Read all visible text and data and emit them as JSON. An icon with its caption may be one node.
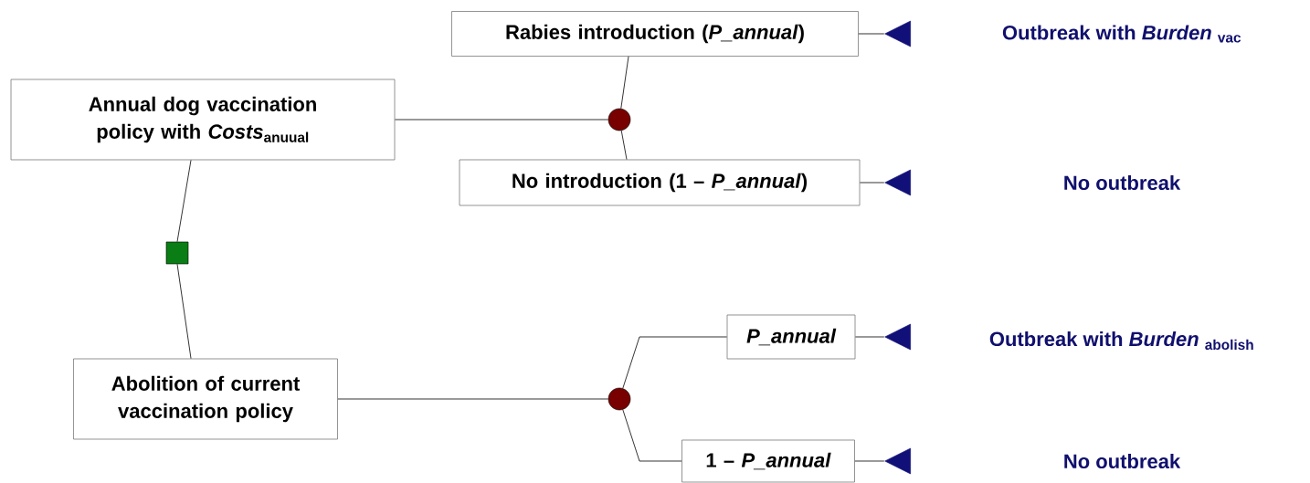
{
  "diagram": {
    "nodes": [
      {
        "text": [],
        "shape": "box"
      },
      {
        "text": [
          "Annual dog vaccination policy with *Costs*$_{anuual}$"
        ]
      },
      {
        "text": [
          "Abolition of current vaccination policy"
        ]
      },
      {
        "text": [],
        "shape": "circle"
      },
      {
        "text": [],
        "shape": "circle"
      },
      {
        "text": [
          "Rabies introduction (*P_annual*)"
        ]
      },
      {
        "text": [
          "No introduction (1 – *P_annual*)"
        ]
      },
      {
        "text": [
          "P_annual"
        ]
      },
      {
        "text": [
          "1 – *P_annual*"
        ]
      },
      {
        "text": [],
        "shape": "triangle"
      },
      {
        "text": [],
        "shape": "triangle"
      },
      {
        "text": [],
        "shape": "triangle"
      },
      {
        "text": [],
        "shape": "triangle"
      }
    ],
    "labels": [
      "Outbreak with *Burden* $_{vac}$",
      "No outbreak",
      "Outbreak with *Burden* $_{abolish}$",
      "No outbreak"
    ],
    "edges": [
      {
        "from": 0,
        "to": 1,
        "arrow": "none"
      },
      {
        "from": 0,
        "to": 2,
        "arrow": "none"
      },
      {
        "from": 1,
        "to": 3,
        "arrow": "none"
      },
      {
        "from": 3,
        "to": 5,
        "arrow": "none"
      },
      {
        "from": 3,
        "to": 6,
        "arrow": "none"
      },
      {
        "from": 2,
        "to": 4,
        "arrow": "none"
      },
      {
        "from": 4,
        "to": 7,
        "arrow": "none"
      },
      {
        "from": 4,
        "to": 8,
        "arrow": "none"
      },
      {
        "from": 5,
        "to": 9,
        "arrow": "none"
      },
      {
        "from": 6,
        "to": 10,
        "arrow": "none"
      },
      {
        "from": 7,
        "to": 11,
        "arrow": "none"
      },
      {
        "from": 8,
        "to": 12,
        "arrow": "none"
      }
    ]
  }
}
